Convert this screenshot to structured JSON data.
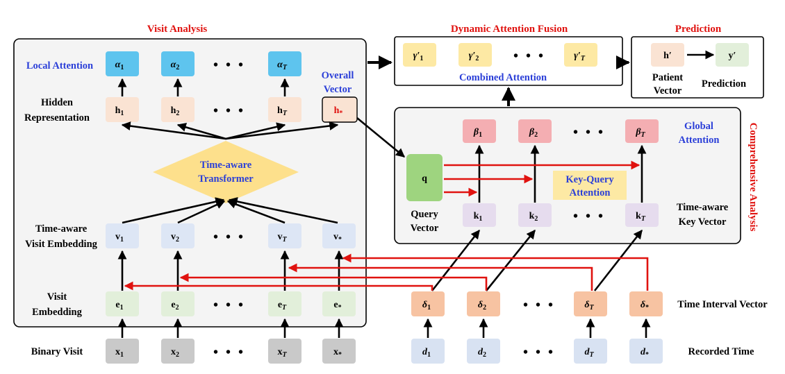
{
  "sections": {
    "visit_analysis": "Visit Analysis",
    "dynamic_attention_fusion": "Dynamic Attention Fusion",
    "prediction": "Prediction",
    "comprehensive_analysis": "Comprehensive Analysis"
  },
  "labels": {
    "local_attention": "Local Attention",
    "overall_vector_1": "Overall",
    "overall_vector_2": "Vector",
    "hidden_rep_1": "Hidden",
    "hidden_rep_2": "Representation",
    "transformer_1": "Time-aware",
    "transformer_2": "Transformer",
    "visit_emb_ta_1": "Time-aware",
    "visit_emb_ta_2": "Visit Embedding",
    "visit_emb_1": "Visit",
    "visit_emb_2": "Embedding",
    "binary_visit": "Binary Visit",
    "combined_attention": "Combined Attention",
    "patient_vector_1": "Patient",
    "patient_vector_2": "Vector",
    "prediction_label": "Prediction",
    "global_attention_1": "Global",
    "global_attention_2": "Attention",
    "key_query_1": "Key-Query",
    "key_query_2": "Attention",
    "query_vector_1": "Query",
    "query_vector_2": "Vector",
    "ta_key_vector_1": "Time-aware",
    "ta_key_vector_2": "Key Vector",
    "time_interval_vector": "Time Interval Vector",
    "recorded_time": "Recorded Time",
    "ellipsis": "• • •"
  },
  "cells": {
    "alpha": [
      "α",
      "α",
      "α"
    ],
    "alpha_sub": [
      "1",
      "2",
      "T"
    ],
    "hidden": [
      "h",
      "h",
      "h",
      "h"
    ],
    "hidden_sub": [
      "1",
      "2",
      "T",
      "*"
    ],
    "v": [
      "v",
      "v",
      "v",
      "v"
    ],
    "v_sub": [
      "1",
      "2",
      "T",
      "*"
    ],
    "e": [
      "e",
      "e",
      "e",
      "e"
    ],
    "e_sub": [
      "1",
      "2",
      "T",
      "*"
    ],
    "x": [
      "x",
      "x",
      "x",
      "x"
    ],
    "x_sub": [
      "1",
      "2",
      "T",
      "*"
    ],
    "gamma": [
      "γ′",
      "γ′",
      "γ′"
    ],
    "gamma_sub": [
      "1",
      "2",
      "T"
    ],
    "beta": [
      "β",
      "β",
      "β"
    ],
    "beta_sub": [
      "1",
      "2",
      "T"
    ],
    "k": [
      "k",
      "k",
      "k"
    ],
    "k_sub": [
      "1",
      "2",
      "T"
    ],
    "q": "q",
    "delta": [
      "δ",
      "δ",
      "δ",
      "δ"
    ],
    "delta_sub": [
      "1",
      "2",
      "T",
      "*"
    ],
    "d": [
      "d",
      "d",
      "d",
      "d"
    ],
    "d_sub": [
      "1",
      "2",
      "T",
      "*"
    ],
    "h_prime": "h′",
    "y_prime": "y′"
  },
  "colors": {
    "red_accent": "#e0120f",
    "blue_accent": "#2b3fd8",
    "alpha_fill": "#5ec4ee",
    "hidden_fill": "#fae3d3",
    "v_fill": "#dde6f5",
    "e_fill": "#e2efda",
    "x_fill": "#c9c9c9",
    "gamma_fill": "#fde9a4",
    "beta_fill": "#f4aeb2",
    "k_fill": "#e6dcee",
    "q_fill": "#9ed47f",
    "delta_fill": "#f7c3a2",
    "d_fill": "#d8e2f2",
    "transformer_fill": "#fde08c",
    "key_query_fill": "#fde9a4",
    "panel_fill": "#f4f4f4"
  }
}
